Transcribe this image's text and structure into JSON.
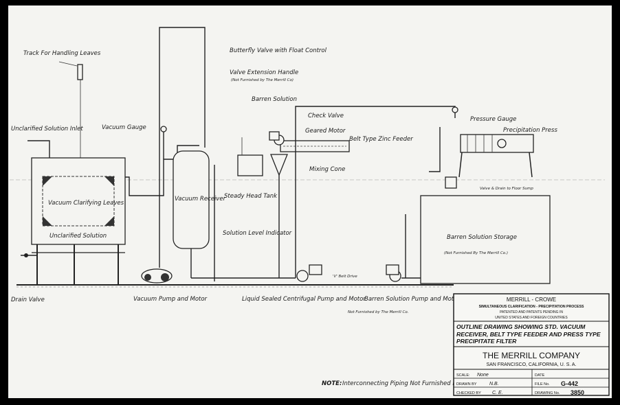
{
  "labels": {
    "track": "Track For Handling Leaves",
    "unclarified_inlet": "Unclarified Solution Inlet",
    "vacuum_gauge": "Vacuum Gauge",
    "butterfly_valve": "Butterfly Valve with Float Control",
    "valve_handle": "Valve Extension Handle",
    "valve_handle_note": "(Not Furnished by The Merrill Co)",
    "barren_solution": "Barren Solution",
    "check_valve": "Check Valve",
    "geared_motor": "Geared Motor",
    "zinc_feeder": "Belt Type Zinc Feeder",
    "pressure_gauge": "Pressure Gauge",
    "precipitation_press": "Precipitation Press",
    "mixing_cone": "Mixing Cone",
    "vacuum_leaves": "Vacuum Clarifying Leaves",
    "unclarified_solution": "Unclarified Solution",
    "vacuum_receiver": "Vacuum Receiver",
    "steady_head_tank": "Steady Head Tank",
    "solution_level": "Solution Level Indicator",
    "valve_drain": "Valve & Drain to Floor Sump",
    "barren_storage": "Barren Solution Storage",
    "barren_storage_note": "(Not Furnished By The Merrill Co.)",
    "v_belt": "'V' Belt Drive",
    "drain_valve": "Drain Valve",
    "vacuum_pump": "Vacuum Pump and Motor",
    "centrifugal_pump": "Liquid Sealed Centrifugal Pump and Motor",
    "barren_pump": "Barren Solution Pump and Motor",
    "barren_pump_note": "Not Furnished by The Merrill Co.",
    "note_title": "NOTE:",
    "note_text": "Interconnecting Piping Not Furnished by The Merrill Co"
  },
  "title_block": {
    "heading": "MERRILL - CROWE",
    "process": "SIMULTANEOUS CLARIFICATION - PRECIPITATION PROCESS",
    "patent1": "PATENTED AND PATENTS PENDING IN",
    "patent2": "UNITED STATES AND FOREIGN COUNTRIES",
    "drawing_title": "OUTLINE DRAWING SHOWING STD. VACUUM RECEIVER, BELT TYPE FEEDER AND PRESS TYPE PRECIPITATE FILTER",
    "company": "THE MERRILL COMPANY",
    "location": "SAN FRANCISCO, CALIFORNIA, U. S. A.",
    "scale_label": "SCALE:",
    "scale_value": "None",
    "date_label": "DATE",
    "drawn_label": "DRAWN BY",
    "drawn_value": "N.B.",
    "file_label": "FILE No.",
    "file_value": "G-442",
    "checked_label": "CHECKED BY",
    "checked_value": "C. E.",
    "drawing_label": "DRAWING No.",
    "drawing_value": "3850"
  }
}
